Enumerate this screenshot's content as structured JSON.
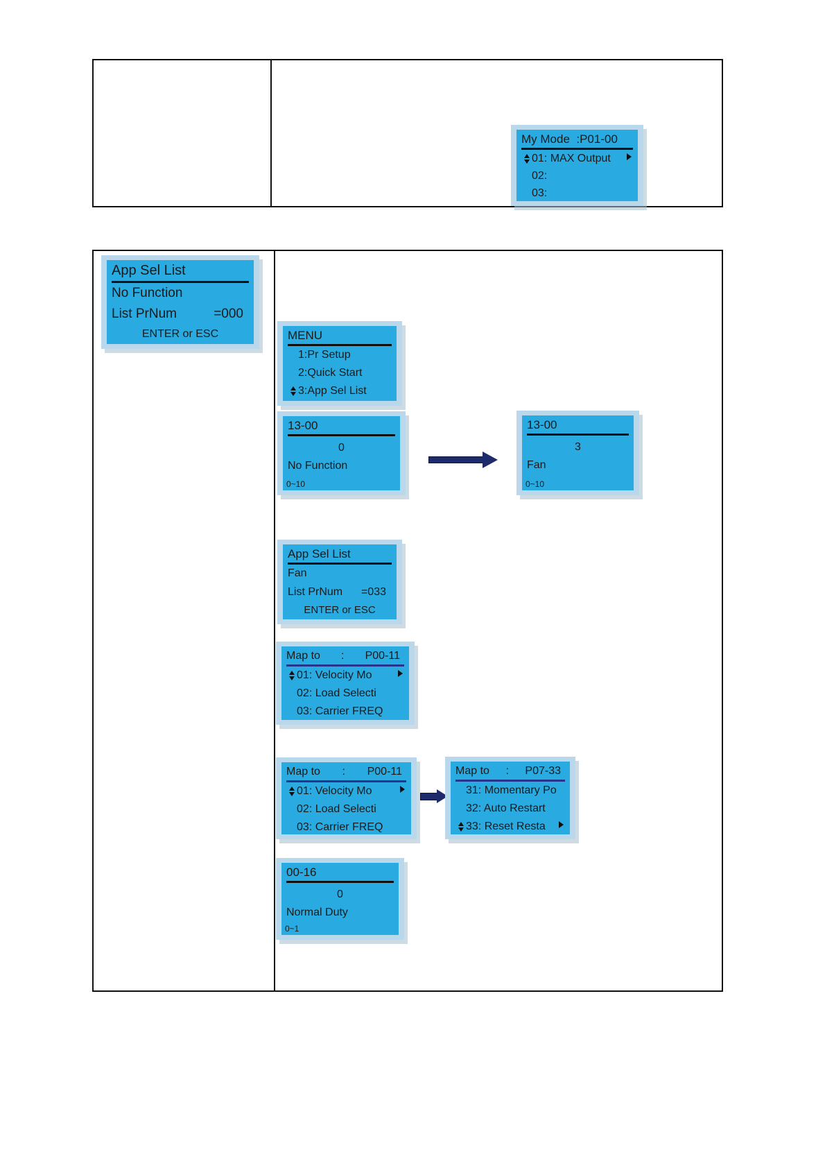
{
  "colors": {
    "lcd-bg": "#29ABE2",
    "lcd-frame": "#B9D8EC",
    "lcd-text": "#1A1A1A",
    "underline-navy": "#27348B",
    "arrow-navy": "#1E2B6B",
    "table-border": "#111111"
  },
  "screens": {
    "my_mode": {
      "title": "My Mode  :P01-00",
      "row1": "01: MAX Output",
      "row2": "02:",
      "row3": "03:"
    },
    "app_sel_list_1": {
      "title": "App Sel List",
      "line1": "No Function",
      "line2_label": "List PrNum",
      "line2_value": "=000",
      "footer": "ENTER or ESC"
    },
    "menu": {
      "title": "MENU",
      "item1": "1:Pr Setup",
      "item2": "2:Quick Start",
      "item3": "3:App Sel List"
    },
    "pr_13_00_before": {
      "title": "13-00",
      "value": "0",
      "label": "No Function",
      "range": "0~10"
    },
    "pr_13_00_after": {
      "title": "13-00",
      "value": "3",
      "label": "Fan",
      "range": "0~10"
    },
    "app_sel_list_2": {
      "title": "App Sel List",
      "line1": "Fan",
      "line2_label": "List PrNum",
      "line2_value": "=033",
      "footer": "ENTER or ESC"
    },
    "map_to_p00_11": {
      "title_label": "Map to",
      "title_sep": ":",
      "title_value": "P00-11",
      "row1": "01: Velocity Mo",
      "row2": "02: Load Selecti",
      "row3": "03: Carrier FREQ"
    },
    "map_to_p07_33": {
      "title_label": "Map to",
      "title_sep": ":",
      "title_value": "P07-33",
      "row1": "31: Momentary Po",
      "row2": "32: Auto Restart",
      "row3": "33: Reset Resta"
    },
    "pr_00_16": {
      "title": "00-16",
      "value": "0",
      "label": "Normal Duty",
      "range": "0~1"
    }
  }
}
